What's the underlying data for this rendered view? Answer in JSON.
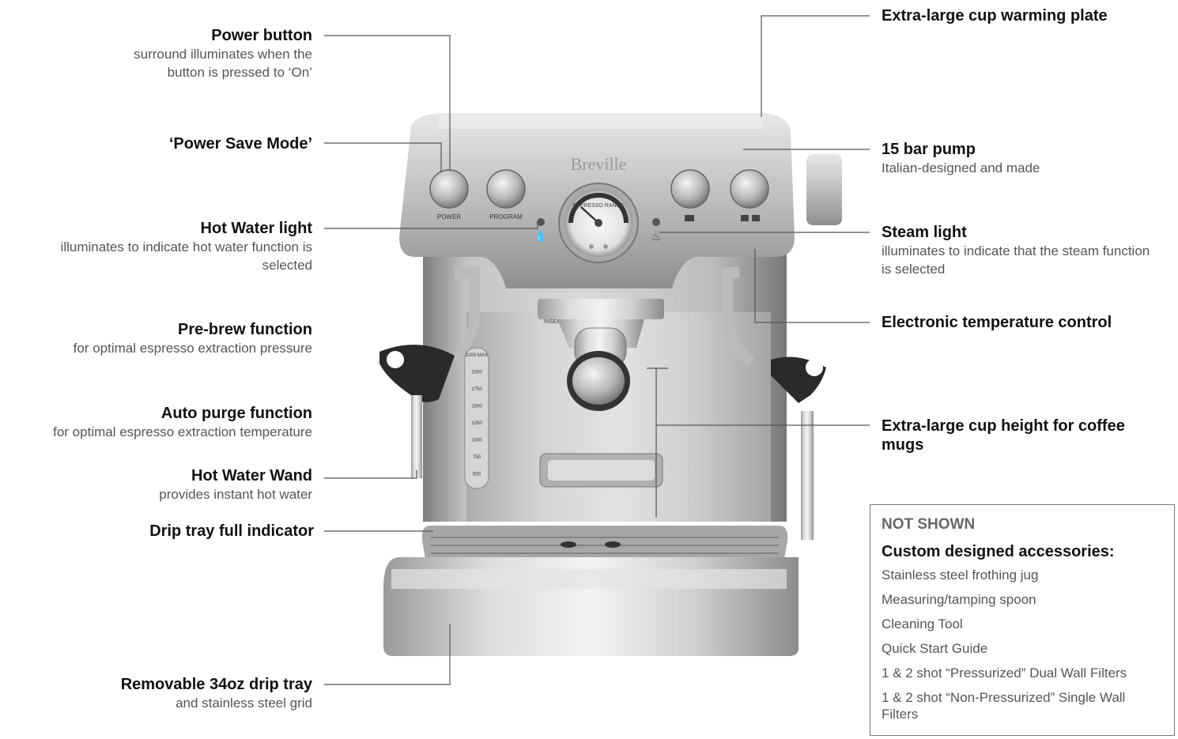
{
  "brand": "Breville",
  "machine_labels": {
    "power": "POWER",
    "program": "PROGRAM",
    "gauge": "ESPRESSO RANGE",
    "insert": "INSERT",
    "scale": [
      "2200 MAX",
      "2000",
      "1750",
      "1500",
      "1250",
      "1000",
      "750",
      "500"
    ]
  },
  "callouts_left": [
    {
      "title": "Power button",
      "desc": "surround illuminates when the button is pressed to ‘On’"
    },
    {
      "title": "‘Power Save Mode’",
      "desc": ""
    },
    {
      "title": "Hot Water light",
      "desc": "illuminates to indicate hot water function is selected"
    },
    {
      "title": "Pre-brew function",
      "desc": "for optimal espresso extraction pressure"
    },
    {
      "title": "Auto purge function",
      "desc": "for optimal espresso extraction temperature"
    },
    {
      "title": "Hot Water Wand",
      "desc": "provides instant hot water"
    },
    {
      "title": "Drip tray full indicator",
      "desc": ""
    },
    {
      "title": "Removable 34oz drip tray",
      "desc": "and stainless steel grid"
    }
  ],
  "callouts_right": [
    {
      "title": "Extra-large cup warming plate",
      "desc": ""
    },
    {
      "title": "15 bar pump",
      "desc": "Italian-designed and made"
    },
    {
      "title": "Steam light",
      "desc": "illuminates to indicate that the steam function is selected"
    },
    {
      "title": "Electronic temperature control",
      "desc": ""
    },
    {
      "title": "Extra-large cup height for coffee mugs",
      "desc": ""
    }
  ],
  "not_shown": {
    "heading": "NOT SHOWN",
    "subheading": "Custom designed accessories:",
    "items": [
      "Stainless steel frothing jug",
      "Measuring/tamping spoon",
      "Cleaning Tool",
      "Quick Start Guide",
      "1 & 2 shot “Pressurized” Dual Wall Filters",
      "1 & 2 shot “Non-Pressurized” Single Wall Filters"
    ]
  }
}
